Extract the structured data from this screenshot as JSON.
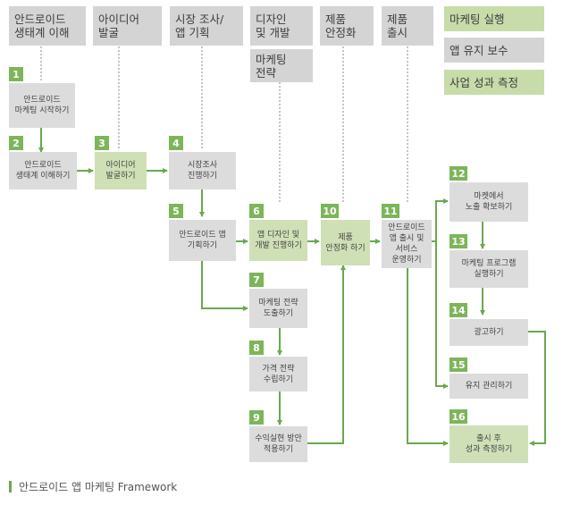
{
  "headers": {
    "h_android": "안드로이드\n생태계 이해",
    "h_idea": "아이디어\n발굴",
    "h_market": "시장 조사/\n앱 기획",
    "h_design": "디자인\n및 개발",
    "h_strategy": "마케팅\n전략",
    "h_product": "제품\n안정화",
    "h_release": "제품\n출시",
    "h_execute": "마케팅 실행",
    "h_maintain": "앱 유지 보수",
    "h_measure": "사업 성과 측정"
  },
  "steps": {
    "s1": {
      "num": "1",
      "label": "안드로이드\n마케팅 시작하기"
    },
    "s2": {
      "num": "2",
      "label": "안드로이드\n생태계 이해하기"
    },
    "s3": {
      "num": "3",
      "label": "아이디어\n발굴하기"
    },
    "s4": {
      "num": "4",
      "label": "시장조사\n진행하기"
    },
    "s5": {
      "num": "5",
      "label": "안드로이드 앱\n기획하기"
    },
    "s6": {
      "num": "6",
      "label": "앱 디자인 및\n개발 진행하기"
    },
    "s7": {
      "num": "7",
      "label": "마케팅 전략\n도출하기"
    },
    "s8": {
      "num": "8",
      "label": "가격 전략\n수립하기"
    },
    "s9": {
      "num": "9",
      "label": "수익실현 방안\n적용하기"
    },
    "s10": {
      "num": "10",
      "label": "제품\n안정화 하기"
    },
    "s11": {
      "num": "11",
      "label": "안드로이드\n앱 출시 및\n서비스\n운영하기"
    },
    "s12": {
      "num": "12",
      "label": "마켓에서\n노출 확보하기"
    },
    "s13": {
      "num": "13",
      "label": "마케팅 프로그램\n실행하기"
    },
    "s14": {
      "num": "14",
      "label": "광고하기"
    },
    "s15": {
      "num": "15",
      "label": "유지 관리하기"
    },
    "s16": {
      "num": "16",
      "label": "출시 후\n성과 측정하기"
    }
  },
  "caption": "안드로이드 앱 마케팅 Framework",
  "colors": {
    "accent": "#6aa84f",
    "gray_box": "#dcdcdc",
    "green_box": "#cfe0b6",
    "number_bg": "#7db55a"
  }
}
